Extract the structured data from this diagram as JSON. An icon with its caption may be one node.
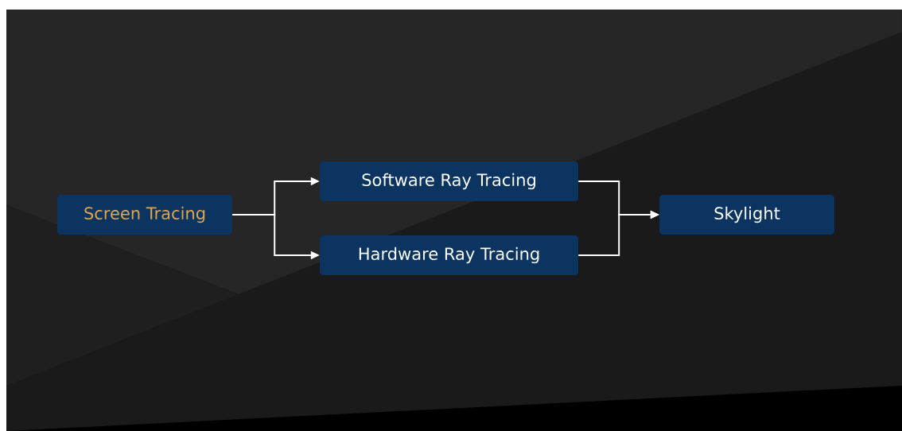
{
  "diagram": {
    "nodes": [
      {
        "text": [
          "Screen Tracing"
        ]
      },
      {
        "text": [
          "Software Ray Tracing"
        ]
      },
      {
        "text": [
          "Hardware Ray Tracing"
        ]
      },
      {
        "text": [
          "Skylight"
        ]
      }
    ],
    "edges": [
      {
        "from": 0,
        "to": 1,
        "arrow": "to"
      },
      {
        "from": 0,
        "to": 2,
        "arrow": "to"
      },
      {
        "from": 1,
        "to": 3,
        "arrow": "to"
      },
      {
        "from": 2,
        "to": 3,
        "arrow": "to"
      }
    ]
  }
}
